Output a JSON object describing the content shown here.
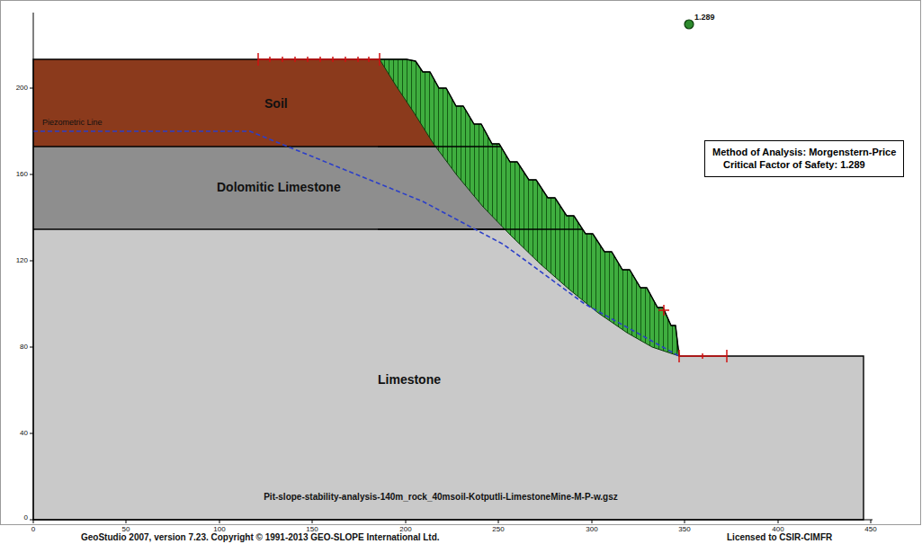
{
  "diagram": {
    "nodes": [
      {
        "text": [
          "Soil"
        ]
      },
      {
        "text": [
          "Dolomitic Limestone"
        ]
      },
      {
        "text": [
          "Limestone"
        ]
      },
      {
        "text": [
          "Method of Analysis: Morgenstern-Price",
          "Critical Factor of Safety: 1.289"
        ]
      }
    ],
    "labels": [
      "1.289",
      "Piezometric Line",
      "200",
      "160",
      "120",
      "80",
      "40",
      "0",
      "0",
      "50",
      "100",
      "150",
      "200",
      "250",
      "300",
      "350",
      "400",
      "450",
      "Pit-slope-stability-analysis-140m_rock_40msoil-Kotputli-LimestoneMine-M-P-w.gsz",
      "GeoStudio 2007, version 7.23. Copyright © 1991-2013 GEO-SLOPE International Ltd.",
      "Licensed to CSIR-CIMFR"
    ]
  }
}
